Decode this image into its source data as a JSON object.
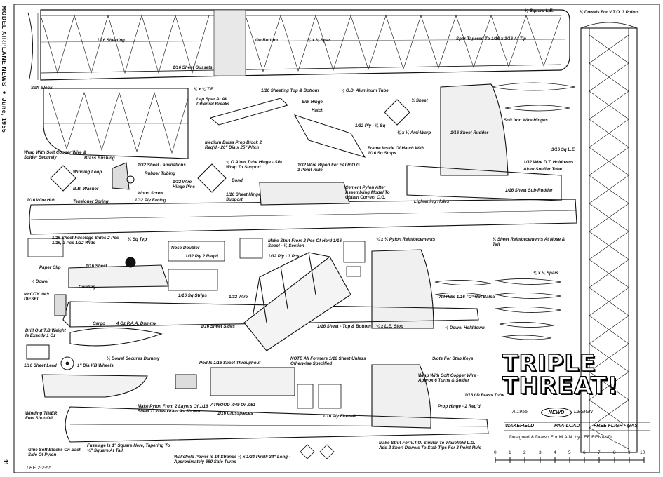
{
  "side_caption": "MODEL AIRPLANE NEWS ● June, 1955",
  "page_number": "11",
  "title_lines": [
    "TRIPLE",
    "THREAT!"
  ],
  "design_credit": {
    "prefix": "A 1955",
    "badge": "NEWD",
    "suffix": "DESIGN"
  },
  "variants": [
    "WAKEFIELD",
    "PAA-LOAD",
    "FREE FLIGHT GAS"
  ],
  "designer": "Designed & Drawn For M.A.N. by LEE RENAUD",
  "date": "LEE 2-2-55",
  "scale_labels": [
    "0",
    "1",
    "2",
    "3",
    "4",
    "5",
    "6",
    "7",
    "8",
    "9",
    "10"
  ],
  "labels": {
    "square_le": "¼ Square L.E.",
    "dowels_vto": "⅛ Dowels For V.T.O. 3 Points",
    "sheeting": "1/16 Sheeting",
    "on_bottom": "On Bottom",
    "spar": "⅛ x ⅛ Spar",
    "spar_tapered": "Spar Tapered To 1/16 x 3/16 At Tip",
    "sheet_gussets": "1/16 Sheet Gussets",
    "te": "¼ x ¾ T.E.",
    "soft_block": "Soft Block",
    "lap_spar": "Lap Spar At All Dihedral Breaks",
    "sheeting_top_bottom": "1/16 Sheeting Top & Bottom",
    "od_tube": "⅛ O.D. Aluminum Tube",
    "sheet_1_8": "⅛ Sheet",
    "silk_hinge": "Silk Hinge",
    "hatch": "Hatch",
    "ply_sq": "1/32 Ply - ⅛ Sq",
    "anti_warp": "⅛ x ⅛ Anti-Warp",
    "sheet_rudder": "1/16 Sheet Rudder",
    "soft_iron": "Soft Iron Wire Hinges",
    "sq_le": "3/16 Sq L.E.",
    "wire_dt": "1/32 Wire D.T. Holdowns",
    "alum_snuffer": "Alum Snuffer Tube",
    "frame_hatch": "Frame Inside Of Hatch With 1/16 Sq Strips",
    "sheet_sub_rudder": "1/16 Sheet Sub-Rudder",
    "lightening_holes": "Lightening Holes",
    "wrap_copper": "Wrap With Soft Copper Wire & Solder Securely",
    "brass_bushing": "Brass Bushing",
    "sheet_laminations": "1/32 Sheet Laminations",
    "rubber_tubing": "Rubber Tubing",
    "winding_loop": "Winding Loop",
    "bb_washer": "B.B. Washer",
    "wood_screw": "Wood Screw",
    "ply_facing": "1/32 Ply Facing",
    "tensioner": "Tensioner Spring",
    "wire_hub": "1/16 Wire Hub",
    "prop_block": "Medium Balsa Prop Block 2 Req'd - 20\" Dia x 25\" Pitch",
    "alum_hinge": "⅛ O Alum Tube Hinge - Silk Wrap To Support",
    "wire_hinge_pins": "1/32 Wire Hinge Pins",
    "bond": "Bond",
    "sheet_hinge": "1/16 Sheet Hinge Support",
    "wire_bipod": "1/32 Wire Bipod For FAI R.O.G. 3 Point Rule",
    "cement_pylon": "Cement Pylon After Assembling Model To Obtain Correct C.G.",
    "sheet_fuselage_sides": "1/16 Sheet Fuselage Sides 2 Pcs 1/16, 2 Pcs 1/32 Wide",
    "sq_typ": "⅛ Sq Typ",
    "make_strut": "Make Strut From 2 Pcs Of Hard 1/16 Sheet - ⅛ Section",
    "pylon_reinf": "⅛ x ⅛ Pylon Reinforcements",
    "sheet_reinf": "⅛ Sheet Reinforcements At Nose & Tail",
    "nose_doubler": "Nose Doubler",
    "ply_2_reqd": "1/32 Ply 2 Req'd",
    "ply_3_pcs": "1/32 Ply - 3 Pcs",
    "paper_clip": "Paper Clip",
    "cowling": "Cowling",
    "sheet": "1/16 Sheet",
    "sq_strips": "1/16 Sq Strips",
    "wire": "1/32 Wire",
    "dowel": "⅛ Dowel",
    "mccoy": "McCOY .049 DIESEL",
    "cargo": "Cargo",
    "paa_dummy": "4 Oz P.A.A. Dummy",
    "sheet_sides": "1/16 Sheet Sides",
    "sheet_top_bottom": "1/16 Sheet - Top & Bottom",
    "le_stop": "⅛ x L.E. Stop",
    "dowel_holddown": "⅛ Dowel Holddown",
    "all_ribs": "All Ribs 1/16 \"C\" Cut Balsa",
    "spars": "⅛ x ⅛ Spars",
    "drill_cut": "Drill Out T.B Weight Is Exactly 1 Oz",
    "dowel_secures": "⅛ Dowel Secures Dummy",
    "sheet_lead": "1/16 Sheet Lead",
    "dia_wheels": "1\" Dia KB Wheels",
    "note": "NOTE All Formers 1/16 Sheet Unless Otherwise Specified",
    "slots_stab": "Slots For Stab Keys",
    "pod_sheet": "Pod Is 1/16 Sheet Throughout",
    "winding_timer": "Winding TIMER Fuel Shut-Off",
    "make_pylon": "Make Pylon From 2 Layers Of 1/16 Sheet - Cross Grain As Shown",
    "atwood": "ATWOOD .049 Or .051",
    "crosspieces": "1/16 Crosspieces",
    "ply_firewall": "1/16 Ply Firewall",
    "wrap_copper2": "Wrap With Soft Copper Wire - Approx 6 Turns & Solder",
    "id_brass": "1/16 I.D Brass Tube",
    "prop_hinge": "Prop Hinge - 2 Req'd",
    "fuselage_is": "Fuselage Is 1\" Square Here, Tapering To ⅝\" Square At Tail",
    "glue_soft": "Glue Soft Blocks On Each Side Of Pylon",
    "make_strut_vto": "Make Strut For V.T.O. Similar To Wakefield L.G. Add 2 Short Dowels To Stab Tips For 3 Point Rule",
    "wakefield_power": "Wakefield Power Is 14 Strands ¼ x 1/24 Pirelli 34\" Long - Approximately 680 Safe Turns"
  }
}
